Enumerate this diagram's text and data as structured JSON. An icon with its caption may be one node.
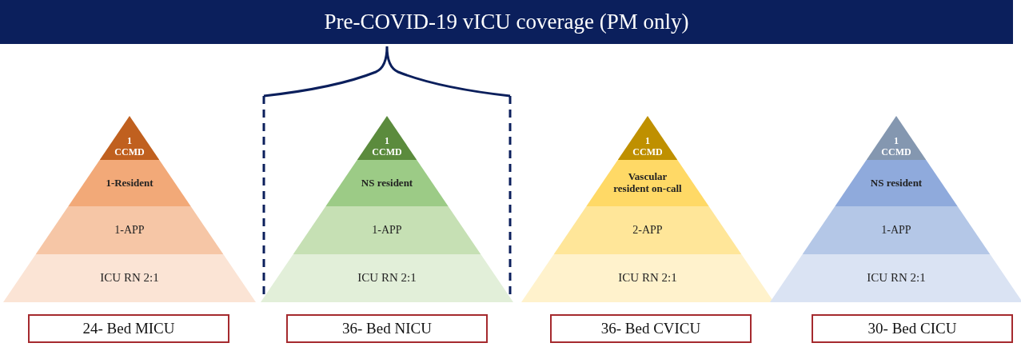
{
  "diagram": {
    "title": "Pre-COVID-19 vICU coverage (PM only)",
    "nodes": [
      {
        "text": [
          "1 CCMD"
        ]
      },
      {
        "text": [
          "1-Resident"
        ]
      },
      {
        "text": [
          "1-APP"
        ]
      },
      {
        "text": [
          "ICU RN 2:1"
        ]
      },
      {
        "text": [
          "24- Bed MICU"
        ]
      },
      {
        "text": [
          "1 CCMD"
        ]
      },
      {
        "text": [
          "NS resident"
        ]
      },
      {
        "text": [
          "1-APP"
        ]
      },
      {
        "text": [
          "ICU RN 2:1"
        ]
      },
      {
        "text": [
          "36- Bed NICU"
        ]
      },
      {
        "text": [
          "1 CCMD"
        ]
      },
      {
        "text": [
          "Vascular resident on-call"
        ]
      },
      {
        "text": [
          "2-APP"
        ]
      },
      {
        "text": [
          "ICU RN 2:1"
        ]
      },
      {
        "text": [
          "36- Bed CVICU"
        ]
      },
      {
        "text": [
          "1 CCMD"
        ]
      },
      {
        "text": [
          "NS resident"
        ]
      },
      {
        "text": [
          "1-APP"
        ]
      },
      {
        "text": [
          "ICU RN 2:1"
        ]
      },
      {
        "text": [
          "30- Bed CICU"
        ]
      }
    ],
    "edges": []
  }
}
